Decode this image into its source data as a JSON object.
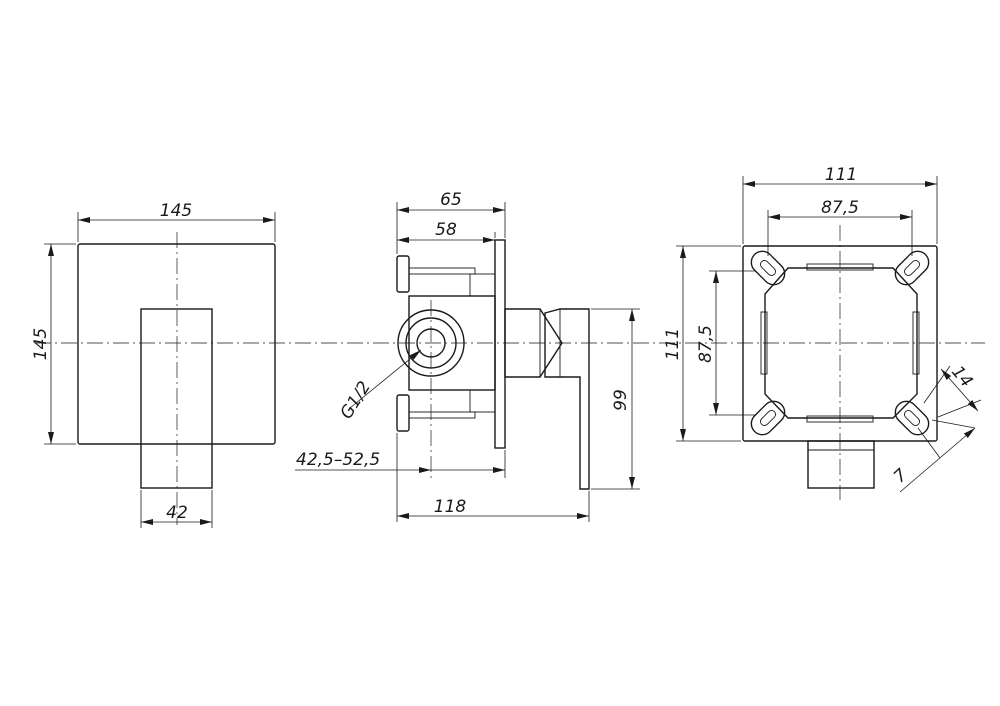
{
  "front_view": {
    "plate_width": "145",
    "plate_height": "145",
    "handle_width": "42"
  },
  "side_view": {
    "depth_total": "65",
    "depth_body": "58",
    "thread": "G1/2",
    "install_depth": "42,5–52,5",
    "overall_length": "118",
    "handle_height": "99"
  },
  "rear_view": {
    "frame_width": "111",
    "hole_spacing_h": "87,5",
    "frame_height": "111",
    "hole_spacing_v": "87,5",
    "slot_length": "14",
    "slot_width": "7"
  }
}
